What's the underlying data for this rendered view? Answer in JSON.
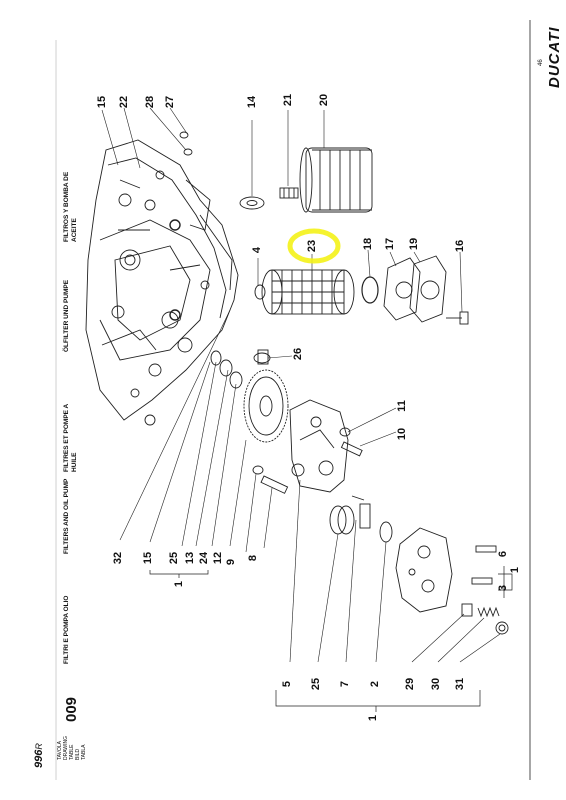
{
  "brand": "DUCATI",
  "page_number": "46",
  "model": {
    "number": "996",
    "suffix": "R"
  },
  "table_label_lines": [
    "TAVOLA",
    "DRAWING",
    "TABLE",
    "BILD",
    "TABLA"
  ],
  "table_number": "009",
  "section_titles": [
    "FILTRI E POMPA OLIO",
    "FILTERS AND OIL PUMP",
    "FILTRES ET POMPE A HUILE",
    "ÖLFILTER UND PUMPE",
    "FILTROS Y BOMBA DE ACEITE"
  ],
  "callouts": {
    "p15a": "15",
    "p22": "22",
    "p28": "28",
    "p27": "27",
    "p14": "14",
    "p21": "21",
    "p20": "20",
    "p4": "4",
    "p23": "23",
    "p18": "18",
    "p17": "17",
    "p19": "19",
    "p16": "16",
    "p26": "26",
    "p11": "11",
    "p10": "10",
    "p32": "32",
    "p15b": "15",
    "p25a": "25",
    "p13": "13",
    "p24": "24",
    "p12": "12",
    "p9": "9",
    "p8": "8",
    "p6": "6",
    "p3": "3",
    "p5": "5",
    "p25b": "25",
    "p7": "7",
    "p2": "2",
    "p29": "29",
    "p30": "30",
    "p31": "31",
    "g1a": "1",
    "g1b": "1",
    "g1c": "1"
  },
  "highlight_color": "#f4f218"
}
